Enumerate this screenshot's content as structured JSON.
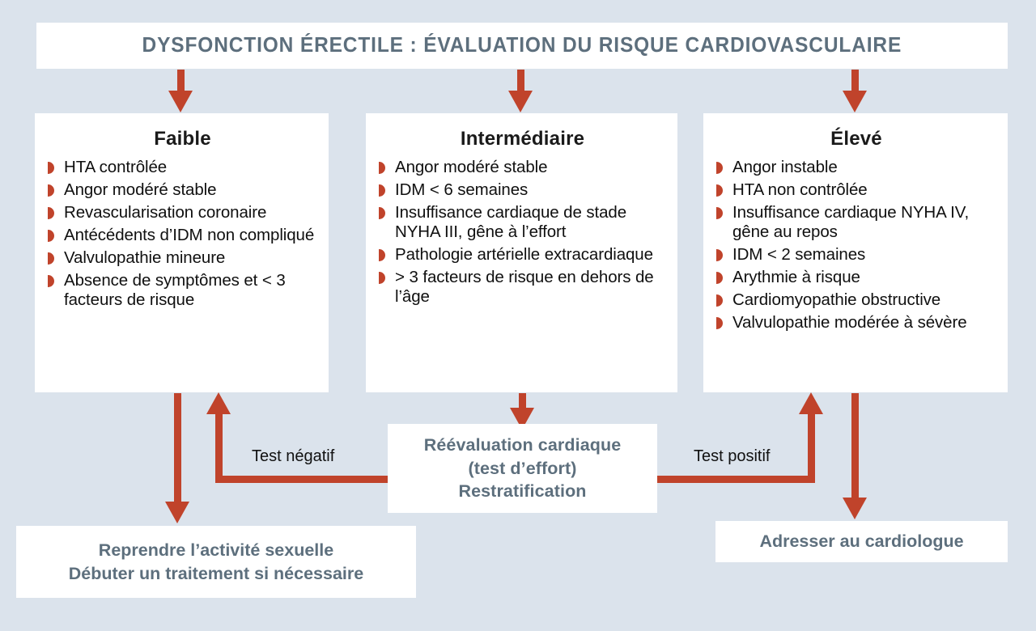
{
  "title": {
    "text": "DYSFONCTION ÉRECTILE : ÉVALUATION DU RISQUE CARDIOVASCULAIRE"
  },
  "colors": {
    "background": "#dbe3ec",
    "card": "#ffffff",
    "heading_text": "#5d6f7d",
    "body_text": "#101010",
    "accent_red": "#c0432b"
  },
  "columns": [
    {
      "id": "low",
      "heading": "Faible",
      "items": [
        "HTA contrôlée",
        "Angor modéré stable",
        "Revascularisation coronaire",
        "Antécédents d’IDM non compliqué",
        "Valvulopathie mineure",
        "Absence de symptômes et < 3 facteurs de risque"
      ]
    },
    {
      "id": "medium",
      "heading": "Intermédiaire",
      "items": [
        "Angor modéré stable",
        "IDM < 6 semaines",
        "Insuffisance cardiaque de stade NYHA III, gêne à l’effort",
        "Pathologie artérielle extracardiaque",
        "> 3 facteurs de risque en dehors de l’âge"
      ]
    },
    {
      "id": "high",
      "heading": "Élevé",
      "items": [
        "Angor instable",
        "HTA non contrôlée",
        "Insuffisance cardiaque NYHA IV, gêne au repos",
        "IDM < 2 semaines",
        "Arythmie à risque",
        "Cardiomyopathie obstructive",
        "Valvulopathie modérée à sévère"
      ]
    }
  ],
  "reassessment": {
    "lines": [
      "Réévaluation cardiaque",
      "(test d’effort)",
      "Restratification"
    ]
  },
  "edge_labels": {
    "negative": "Test négatif",
    "positive": "Test positif"
  },
  "outcomes": {
    "resume": {
      "lines": [
        "Reprendre l’activité sexuelle",
        "Débuter un traitement si nécessaire"
      ]
    },
    "cardiologist": {
      "line": "Adresser au cardiologue"
    }
  }
}
